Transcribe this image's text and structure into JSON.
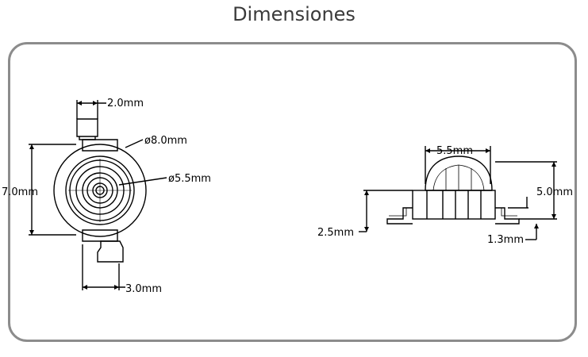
{
  "title": "Dimensiones",
  "front_view": {
    "lead_width": "2.0mm",
    "outer_diameter": "ø8.0mm",
    "lens_diameter": "ø5.5mm",
    "body_height": "7.0mm",
    "lead_spacing": "3.0mm"
  },
  "side_view": {
    "lens_width": "5.5mm",
    "total_height": "5.0mm",
    "base_height": "2.5mm",
    "lead_height": "1.3mm"
  },
  "colors": {
    "frame": "#8c8c8c",
    "line": "#000000",
    "title": "#3a3a3a"
  }
}
